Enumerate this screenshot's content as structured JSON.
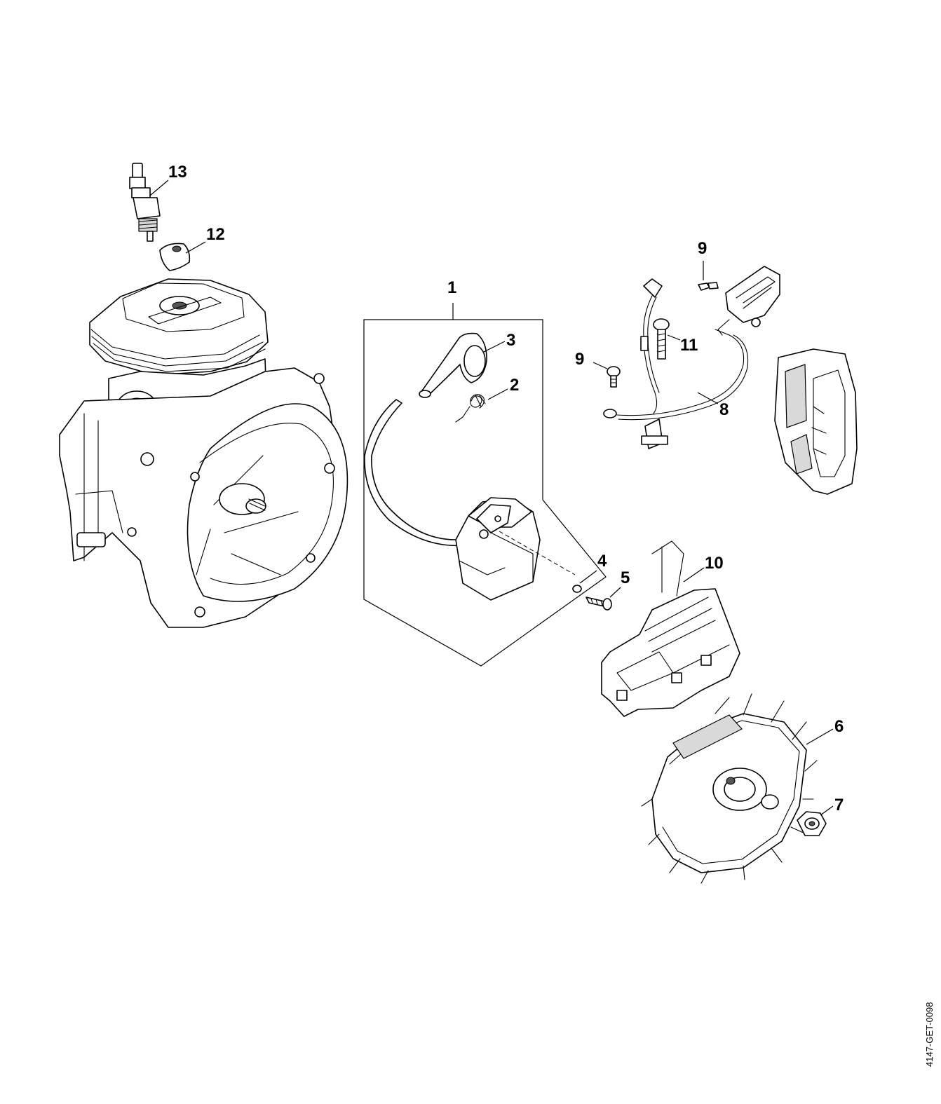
{
  "callouts": {
    "c1": "1",
    "c2": "2",
    "c3": "3",
    "c4": "4",
    "c5": "5",
    "c6": "6",
    "c7": "7",
    "c8": "8",
    "c9a": "9",
    "c9b": "9",
    "c10": "10",
    "c11": "11",
    "c12": "12",
    "c13": "13"
  },
  "document_code": "4147-GET-0098"
}
